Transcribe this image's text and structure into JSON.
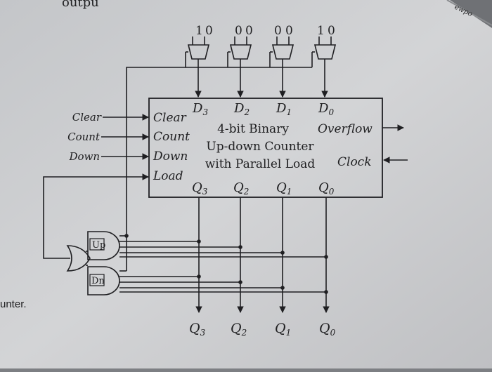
{
  "top_text": "outpu",
  "corner_text": "ewpo",
  "mux_selects": [
    [
      "1",
      "0"
    ],
    [
      "0",
      "0"
    ],
    [
      "0",
      "0"
    ],
    [
      "1",
      "0"
    ]
  ],
  "counter": {
    "inputs_left": [
      "Clear",
      "Count",
      "Down",
      "Load"
    ],
    "data_inputs": [
      "D",
      "D",
      "D",
      "D"
    ],
    "data_input_subs": [
      "3",
      "2",
      "1",
      "0"
    ],
    "title_lines": [
      "4-bit Binary",
      "Up-down Counter",
      "with Parallel Load"
    ],
    "overflow": "Overflow",
    "clock": "Clock",
    "outputs": [
      "Q",
      "Q",
      "Q",
      "Q"
    ],
    "output_subs": [
      "3",
      "2",
      "1",
      "0"
    ]
  },
  "external_inputs": [
    "Clear",
    "Count",
    "Down"
  ],
  "gates": {
    "up": "Up",
    "dn": "Dn"
  },
  "bottom_outputs": [
    "Q",
    "Q",
    "Q",
    "Q"
  ],
  "bottom_output_subs": [
    "3",
    "2",
    "1",
    "0"
  ],
  "left_caption": "unter.",
  "colors": {
    "page": "#cfd0d2",
    "ink": "#1f1f22",
    "shadow": "#7d7f83"
  }
}
